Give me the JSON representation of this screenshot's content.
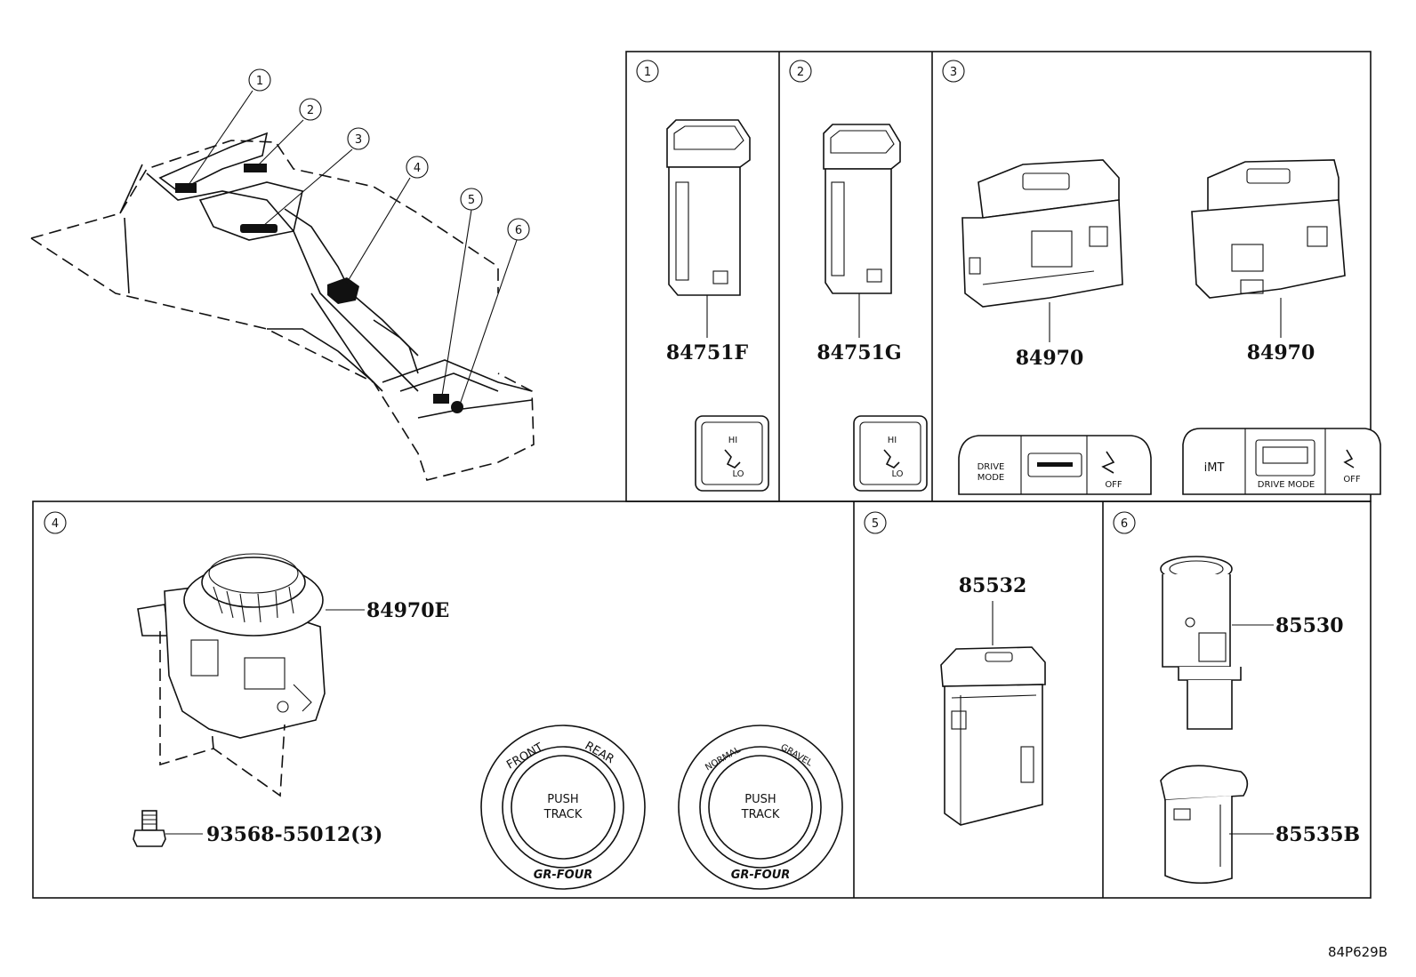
{
  "overview": {
    "callouts": [
      "1",
      "2",
      "3",
      "4",
      "5",
      "6"
    ]
  },
  "panels": [
    {
      "id": "1",
      "parts": [
        "84751F"
      ],
      "button_text": {
        "top": "HI",
        "bottom": "LO"
      }
    },
    {
      "id": "2",
      "parts": [
        "84751G"
      ],
      "button_text": {
        "top": "HI",
        "bottom": "LO"
      }
    },
    {
      "id": "3",
      "parts": [
        "84970",
        "84970"
      ],
      "bezel_left": {
        "mode_line1": "DRIVE",
        "mode_line2": "MODE",
        "off": "OFF"
      },
      "bezel_right": {
        "imt": "iMT",
        "drive_mode": "DRIVE MODE",
        "off": "OFF"
      }
    },
    {
      "id": "4",
      "parts": [
        "84970E",
        "93568-55012(3)"
      ],
      "knob_left": {
        "left_arc": "FRONT",
        "right_arc": "REAR",
        "line1": "PUSH",
        "line2": "TRACK",
        "brand": "GR-FOUR"
      },
      "knob_right": {
        "left_arc": "NORMAL",
        "right_arc": "GRAVEL",
        "line1": "PUSH",
        "line2": "TRACK",
        "brand": "GR-FOUR"
      }
    },
    {
      "id": "5",
      "parts": [
        "85532"
      ]
    },
    {
      "id": "6",
      "parts": [
        "85530",
        "85535B"
      ]
    }
  ],
  "footer_code": "84P629B"
}
